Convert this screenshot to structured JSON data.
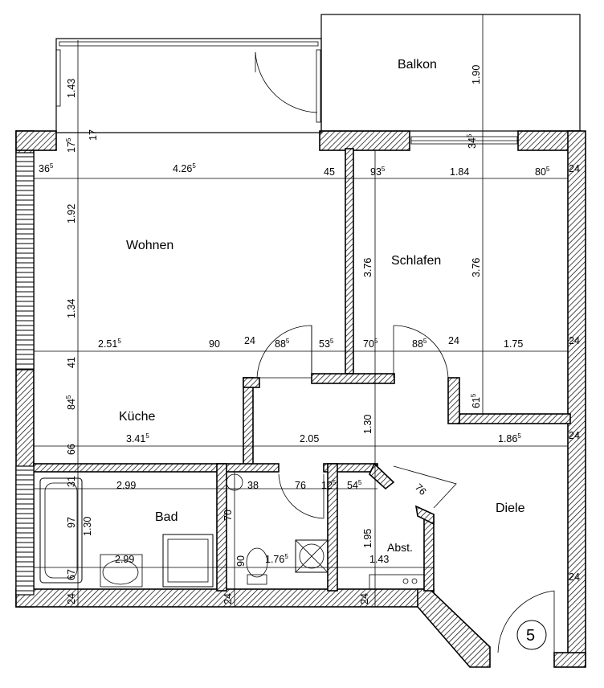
{
  "rooms": {
    "balkon": "Balkon",
    "wohnen": "Wohnen",
    "schlafen": "Schlafen",
    "kueche": "Küche",
    "bad": "Bad",
    "diele": "Diele",
    "abst": "Abst."
  },
  "unit_number": "5",
  "dimensions": {
    "top_36": "36",
    "top_36_sup": "5",
    "top_426": "4.26",
    "top_426_sup": "5",
    "top_45": "45",
    "top_93": "93",
    "top_93_sup": "5",
    "top_184": "1.84",
    "top_80": "80",
    "top_80_sup": "5",
    "top_24": "24",
    "mid_251": "2.51",
    "mid_251_sup": "5",
    "mid_90": "90",
    "mid_24a": "24",
    "mid_88a": "88",
    "mid_88a_sup": "5",
    "mid_53": "53",
    "mid_53_sup": "5",
    "mid_70": "70",
    "mid_70_sup": "5",
    "mid_88b": "88",
    "mid_88b_sup": "5",
    "mid_24b": "24",
    "mid_175": "1.75",
    "mid_24c": "24",
    "k_341": "3.41",
    "k_341_sup": "5",
    "k_205": "2.05",
    "k_186": "1.86",
    "k_186_sup": "5",
    "k_24": "24",
    "b_299a": "2.99",
    "b_38": "38",
    "b_76": "76",
    "b_12": "12",
    "b_12_sup": "5",
    "b_54": "54",
    "b_54_sup": "5",
    "b_76door": "76",
    "b_299b": "2.99",
    "b_176": "1.76",
    "b_176_sup": "5",
    "b_143": "1.43",
    "b_24right": "24",
    "v_143": "1.43",
    "v_17": "17",
    "v_175": "17",
    "v_175_sup": "5",
    "v_192": "1.92",
    "v_134": "1.34",
    "v_41": "41",
    "v_845": "84",
    "v_845_sup": "5",
    "v_66": "66",
    "v_31": "31",
    "v_97": "97",
    "v_130bad": "1.30",
    "v_67": "67",
    "v_24a": "24",
    "v_70": "70",
    "v_90": "90",
    "v_24b": "24",
    "v_376a": "3.76",
    "v_376b": "3.76",
    "v_190": "1.90",
    "v_345": "34",
    "v_345_sup": "5",
    "v_615": "61",
    "v_615_sup": "5",
    "v_130": "1.30",
    "v_195": "1.95",
    "v_24c": "24"
  },
  "colors": {
    "wall_stroke": "#000000",
    "background": "#ffffff"
  }
}
